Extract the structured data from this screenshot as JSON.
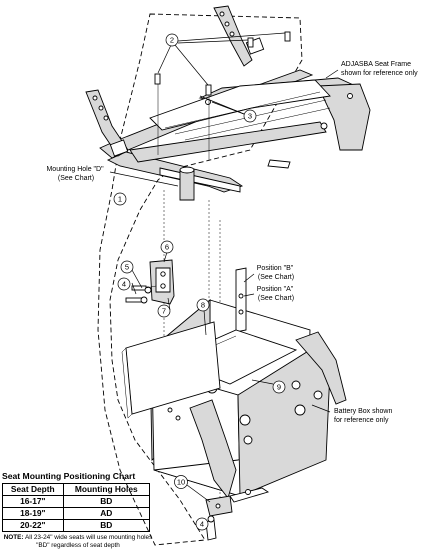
{
  "callouts": {
    "seat_frame": "ADJASBA Seat Frame\nshown for reference only",
    "mounting_hole": "Mounting Hole \"D\"\n(See Chart)",
    "position_b": "Position \"B\"\n(See Chart)",
    "position_a": "Position \"A\"\n(See Chart)",
    "battery_box": "Battery Box shown\nfor reference only"
  },
  "part_numbers": [
    "1",
    "2",
    "3",
    "4",
    "5",
    "6",
    "7",
    "8",
    "9",
    "10",
    "4"
  ],
  "chart": {
    "title": "Seat Mounting Positioning Chart",
    "headers": [
      "Seat Depth",
      "Mounting Holes"
    ],
    "rows": [
      [
        "16-17\"",
        "BD"
      ],
      [
        "18-19\"",
        "AD"
      ],
      [
        "20-22\"",
        "BD"
      ]
    ],
    "note_label": "NOTE:",
    "note_text": " All 23-24\" wide seats will use mounting holes \"BD\" regardless of seat depth"
  }
}
